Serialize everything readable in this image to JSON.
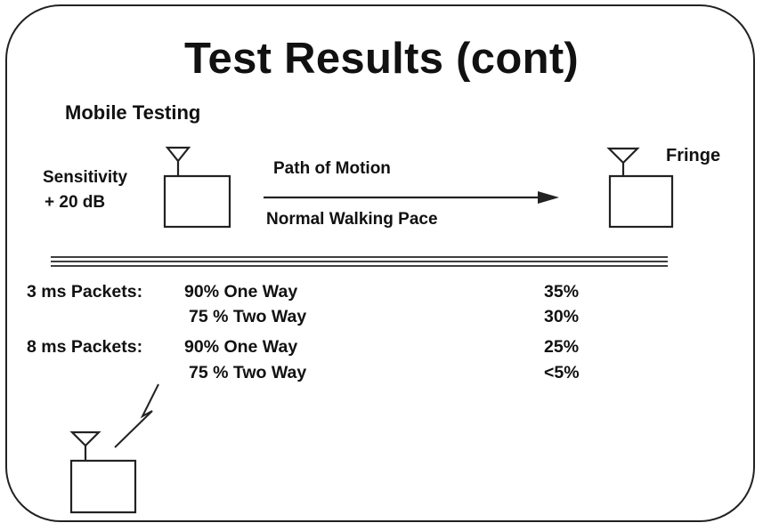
{
  "slide": {
    "title": "Test Results (cont)",
    "subtitle": "Mobile Testing"
  },
  "diagram": {
    "sensitivity_label": "Sensitivity",
    "sensitivity_value": "+ 20 dB",
    "path_label": "Path  of Motion",
    "pace_label": "Normal Walking Pace",
    "fringe_label": "Fringe",
    "icons": [
      "antenna-icon",
      "box-icon",
      "arrow-icon",
      "lightning-icon"
    ]
  },
  "results": {
    "rows": [
      {
        "packet": "3 ms Packets:",
        "mode": "90% One Way",
        "value": "35%"
      },
      {
        "packet": "",
        "mode": "75 % Two Way",
        "value": "30%"
      },
      {
        "packet": "8 ms Packets:",
        "mode": "90% One Way",
        "value": "25%"
      },
      {
        "packet": "",
        "mode": "75 % Two Way",
        "value": "<5%"
      }
    ]
  }
}
